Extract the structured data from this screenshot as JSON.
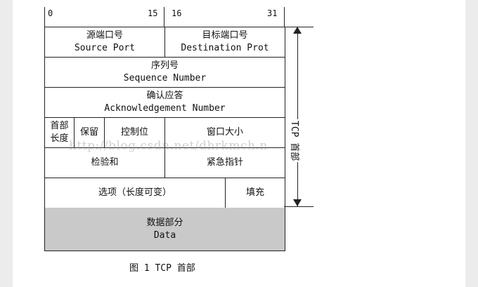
{
  "bit_labels": {
    "b0": "0",
    "b15": "15",
    "b16": "16",
    "b31": "31"
  },
  "rows": {
    "ports": {
      "source": {
        "cn": "源端口号",
        "en": "Source Port"
      },
      "destination": {
        "cn": "目标端口号",
        "en": "Destination Prot"
      }
    },
    "sequence": {
      "cn": "序列号",
      "en": "Sequence Number"
    },
    "ack": {
      "cn": "确认应答",
      "en": "Acknowledgement Number"
    },
    "control": {
      "header_len_1": "首部",
      "header_len_2": "长度",
      "reserved": "保留",
      "control_bits": "控制位",
      "window": "窗口大小"
    },
    "checksum": {
      "checksum": "检验和",
      "urgent": "紧急指针"
    },
    "options": {
      "options": "选项（长度可变）",
      "padding": "填充"
    },
    "data": {
      "cn": "数据部分",
      "en": "Data"
    }
  },
  "side_label": "TCP 首部",
  "watermark": "http://blog.csdn.net/dhrkmch.n",
  "caption": "图 1 TCP 首部",
  "colors": {
    "data_fill": "#c9c9c9",
    "line": "#222222",
    "background": "#ffffff"
  }
}
